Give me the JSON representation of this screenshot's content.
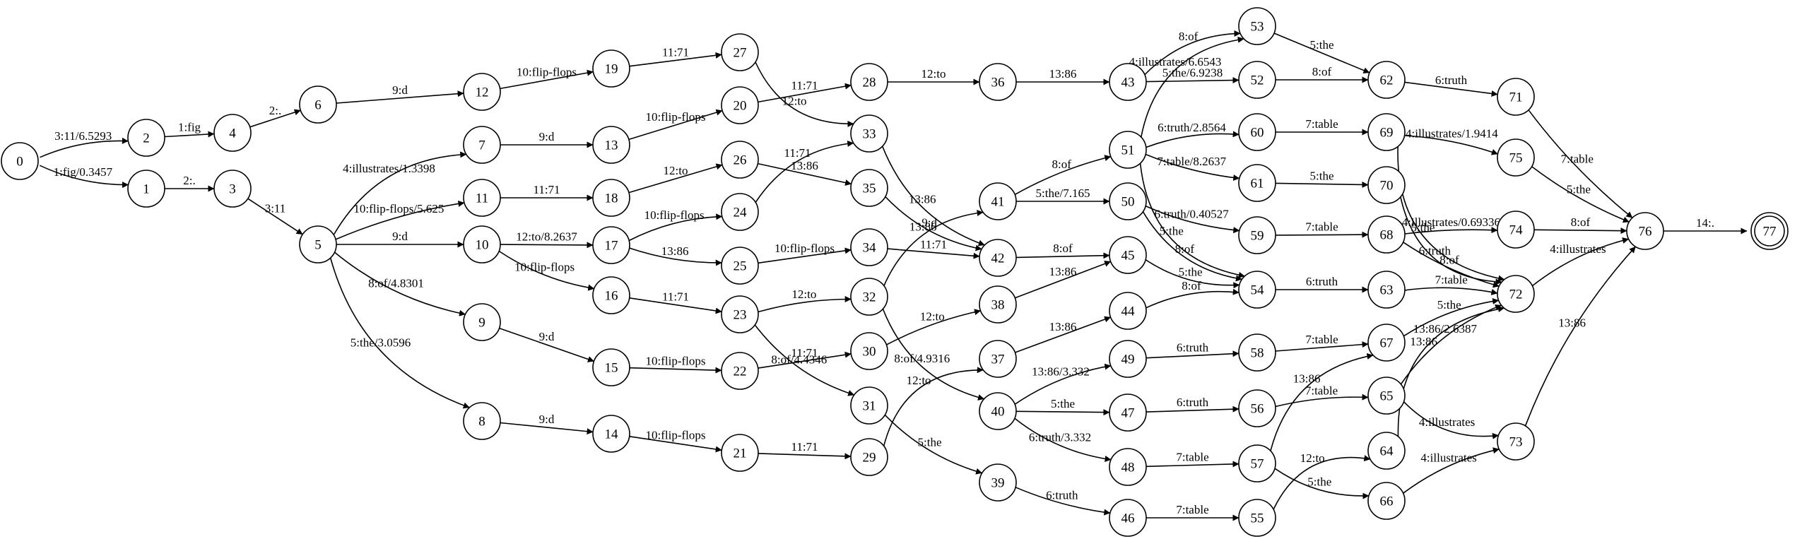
{
  "graph": {
    "nodes": [
      {
        "id": "0",
        "kind": "start"
      },
      {
        "id": "1"
      },
      {
        "id": "2"
      },
      {
        "id": "3"
      },
      {
        "id": "4"
      },
      {
        "id": "5"
      },
      {
        "id": "6"
      },
      {
        "id": "7"
      },
      {
        "id": "8"
      },
      {
        "id": "9"
      },
      {
        "id": "10"
      },
      {
        "id": "11"
      },
      {
        "id": "12"
      },
      {
        "id": "13"
      },
      {
        "id": "14"
      },
      {
        "id": "15"
      },
      {
        "id": "16"
      },
      {
        "id": "17"
      },
      {
        "id": "18"
      },
      {
        "id": "19"
      },
      {
        "id": "20"
      },
      {
        "id": "21"
      },
      {
        "id": "22"
      },
      {
        "id": "23"
      },
      {
        "id": "24"
      },
      {
        "id": "25"
      },
      {
        "id": "26"
      },
      {
        "id": "27"
      },
      {
        "id": "28"
      },
      {
        "id": "29"
      },
      {
        "id": "30"
      },
      {
        "id": "31"
      },
      {
        "id": "32"
      },
      {
        "id": "33"
      },
      {
        "id": "34"
      },
      {
        "id": "35"
      },
      {
        "id": "36"
      },
      {
        "id": "37"
      },
      {
        "id": "38"
      },
      {
        "id": "39"
      },
      {
        "id": "40"
      },
      {
        "id": "41"
      },
      {
        "id": "42"
      },
      {
        "id": "43"
      },
      {
        "id": "44"
      },
      {
        "id": "45"
      },
      {
        "id": "46"
      },
      {
        "id": "47"
      },
      {
        "id": "48"
      },
      {
        "id": "49"
      },
      {
        "id": "50"
      },
      {
        "id": "51"
      },
      {
        "id": "52"
      },
      {
        "id": "53"
      },
      {
        "id": "54"
      },
      {
        "id": "55"
      },
      {
        "id": "56"
      },
      {
        "id": "57"
      },
      {
        "id": "58"
      },
      {
        "id": "59"
      },
      {
        "id": "60"
      },
      {
        "id": "61"
      },
      {
        "id": "62"
      },
      {
        "id": "63"
      },
      {
        "id": "64"
      },
      {
        "id": "65"
      },
      {
        "id": "66"
      },
      {
        "id": "67"
      },
      {
        "id": "68"
      },
      {
        "id": "69"
      },
      {
        "id": "70"
      },
      {
        "id": "71"
      },
      {
        "id": "72"
      },
      {
        "id": "73"
      },
      {
        "id": "74"
      },
      {
        "id": "75"
      },
      {
        "id": "76"
      },
      {
        "id": "77",
        "kind": "final"
      }
    ],
    "edges": [
      {
        "from": "0",
        "to": "2",
        "label": "3:11/6.5293"
      },
      {
        "from": "0",
        "to": "1",
        "label": "1:fig/0.3457"
      },
      {
        "from": "2",
        "to": "4",
        "label": "1:fig"
      },
      {
        "from": "1",
        "to": "3",
        "label": "2:."
      },
      {
        "from": "4",
        "to": "6",
        "label": "2:."
      },
      {
        "from": "3",
        "to": "5",
        "label": "3:11"
      },
      {
        "from": "6",
        "to": "12",
        "label": "9:d"
      },
      {
        "from": "5",
        "to": "7",
        "label": "4:illustrates/1.3398"
      },
      {
        "from": "5",
        "to": "11",
        "label": "10:flip-flops/5.625"
      },
      {
        "from": "5",
        "to": "10",
        "label": "9:d"
      },
      {
        "from": "5",
        "to": "9",
        "label": "8:of/4.8301"
      },
      {
        "from": "5",
        "to": "8",
        "label": "5:the/3.0596"
      },
      {
        "from": "12",
        "to": "19",
        "label": "10:flip-flops"
      },
      {
        "from": "7",
        "to": "13",
        "label": "9:d"
      },
      {
        "from": "11",
        "to": "18",
        "label": "11:71"
      },
      {
        "from": "10",
        "to": "17",
        "label": "12:to/8.2637"
      },
      {
        "from": "10",
        "to": "16",
        "label": "10:flip-flops"
      },
      {
        "from": "9",
        "to": "15",
        "label": "9:d"
      },
      {
        "from": "8",
        "to": "14",
        "label": "9:d"
      },
      {
        "from": "19",
        "to": "27",
        "label": "11:71"
      },
      {
        "from": "13",
        "to": "20",
        "label": "10:flip-flops"
      },
      {
        "from": "18",
        "to": "26",
        "label": "12:to"
      },
      {
        "from": "17",
        "to": "24",
        "label": "10:flip-flops"
      },
      {
        "from": "17",
        "to": "25",
        "label": "13:86"
      },
      {
        "from": "16",
        "to": "23",
        "label": "11:71"
      },
      {
        "from": "15",
        "to": "22",
        "label": "10:flip-flops"
      },
      {
        "from": "14",
        "to": "21",
        "label": "10:flip-flops"
      },
      {
        "from": "27",
        "to": "33",
        "label": "12:to"
      },
      {
        "from": "20",
        "to": "28",
        "label": "11:71"
      },
      {
        "from": "24",
        "to": "33",
        "label": "11:71"
      },
      {
        "from": "26",
        "to": "35",
        "label": "13:86"
      },
      {
        "from": "25",
        "to": "34",
        "label": "10:flip-flops"
      },
      {
        "from": "23",
        "to": "32",
        "label": "12:to"
      },
      {
        "from": "23",
        "to": "31",
        "label": "8:of/4.4346"
      },
      {
        "from": "22",
        "to": "30",
        "label": "11:71"
      },
      {
        "from": "21",
        "to": "29",
        "label": "11:71"
      },
      {
        "from": "28",
        "to": "36",
        "label": "12:to"
      },
      {
        "from": "33",
        "to": "42",
        "label": "13:86"
      },
      {
        "from": "35",
        "to": "42",
        "label": "9:d"
      },
      {
        "from": "34",
        "to": "42",
        "label": "11:71"
      },
      {
        "from": "32",
        "to": "41",
        "label": "13:86"
      },
      {
        "from": "32",
        "to": "40",
        "label": "8:of/4.9316"
      },
      {
        "from": "30",
        "to": "38",
        "label": "12:to"
      },
      {
        "from": "31",
        "to": "39",
        "label": "5:the"
      },
      {
        "from": "29",
        "to": "37",
        "label": "12:to"
      },
      {
        "from": "36",
        "to": "43",
        "label": "13:86"
      },
      {
        "from": "41",
        "to": "51",
        "label": "8:of"
      },
      {
        "from": "41",
        "to": "50",
        "label": "5:the/7.165"
      },
      {
        "from": "42",
        "to": "45",
        "label": "8:of"
      },
      {
        "from": "38",
        "to": "45",
        "label": "13:86"
      },
      {
        "from": "37",
        "to": "44",
        "label": "13:86"
      },
      {
        "from": "40",
        "to": "49",
        "label": "13:86/3.332"
      },
      {
        "from": "40",
        "to": "47",
        "label": "5:the"
      },
      {
        "from": "40",
        "to": "48",
        "label": "6:truth/3.332"
      },
      {
        "from": "39",
        "to": "46",
        "label": "6:truth"
      },
      {
        "from": "43",
        "to": "53",
        "label": "8:of"
      },
      {
        "from": "43",
        "to": "52",
        "label": "5:the/6.9238"
      },
      {
        "from": "51",
        "to": "53",
        "label": "4:illustrates/6.6543"
      },
      {
        "from": "51",
        "to": "60",
        "label": "6:truth/2.8564"
      },
      {
        "from": "51",
        "to": "61",
        "label": "7:table/8.2637"
      },
      {
        "from": "51",
        "to": "54",
        "label": "5:the"
      },
      {
        "from": "50",
        "to": "59",
        "label": "6:truth/0.40527"
      },
      {
        "from": "50",
        "to": "54",
        "label": "8:of"
      },
      {
        "from": "45",
        "to": "54",
        "label": "5:the"
      },
      {
        "from": "44",
        "to": "54",
        "label": "8:of"
      },
      {
        "from": "49",
        "to": "58",
        "label": "6:truth"
      },
      {
        "from": "47",
        "to": "56",
        "label": "6:truth"
      },
      {
        "from": "48",
        "to": "57",
        "label": "7:table"
      },
      {
        "from": "46",
        "to": "55",
        "label": "7:table"
      },
      {
        "from": "53",
        "to": "62",
        "label": "5:the"
      },
      {
        "from": "52",
        "to": "62",
        "label": "8:of"
      },
      {
        "from": "60",
        "to": "69",
        "label": "7:table"
      },
      {
        "from": "61",
        "to": "70",
        "label": "5:the"
      },
      {
        "from": "59",
        "to": "68",
        "label": "7:table"
      },
      {
        "from": "54",
        "to": "63",
        "label": "6:truth"
      },
      {
        "from": "58",
        "to": "67",
        "label": "7:table"
      },
      {
        "from": "56",
        "to": "65",
        "label": "7:table"
      },
      {
        "from": "57",
        "to": "67",
        "label": "13:86"
      },
      {
        "from": "57",
        "to": "66",
        "label": "5:the"
      },
      {
        "from": "55",
        "to": "64",
        "label": "12:to"
      },
      {
        "from": "62",
        "to": "71",
        "label": "6:truth"
      },
      {
        "from": "69",
        "to": "75",
        "label": "4:illustrates/1.9414"
      },
      {
        "from": "69",
        "to": "72",
        "label": "5:the"
      },
      {
        "from": "70",
        "to": "72",
        "label": "6:truth"
      },
      {
        "from": "68",
        "to": "74",
        "label": "4:illustrates/0.69336"
      },
      {
        "from": "68",
        "to": "72",
        "label": "8:of"
      },
      {
        "from": "63",
        "to": "72",
        "label": "7:table"
      },
      {
        "from": "67",
        "to": "72",
        "label": "5:the"
      },
      {
        "from": "65",
        "to": "72",
        "label": "13:86/2.6387"
      },
      {
        "from": "65",
        "to": "73",
        "label": "4:illustrates"
      },
      {
        "from": "64",
        "to": "72",
        "label": "13:86"
      },
      {
        "from": "66",
        "to": "73",
        "label": "4:illustrates"
      },
      {
        "from": "71",
        "to": "76",
        "label": "7:table"
      },
      {
        "from": "75",
        "to": "76",
        "label": "5:the"
      },
      {
        "from": "74",
        "to": "76",
        "label": "8:of"
      },
      {
        "from": "72",
        "to": "76",
        "label": "4:illustrates"
      },
      {
        "from": "73",
        "to": "76",
        "label": "13:86"
      },
      {
        "from": "76",
        "to": "77",
        "label": "14:."
      }
    ]
  }
}
